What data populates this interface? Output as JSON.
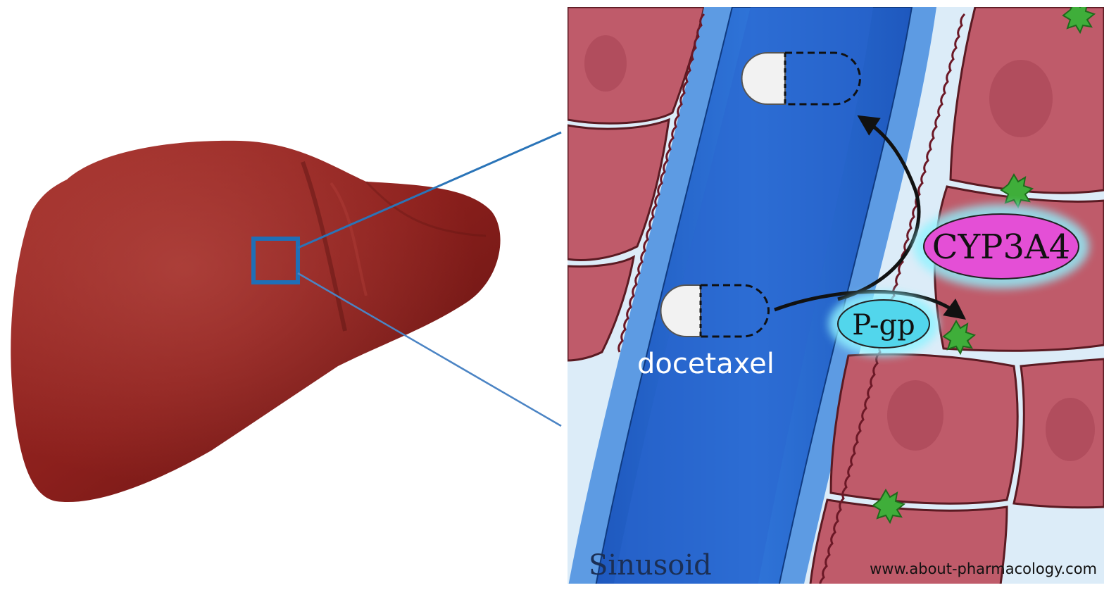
{
  "labels": {
    "drug": "docetaxel",
    "enzyme": "CYP3A4",
    "transporter": "P-gp",
    "vessel": "Sinusoid",
    "credit": "www.about-pharmacology.com"
  },
  "colors": {
    "liver": "#8b1f1c",
    "zoom_frame": "#1f6fb7",
    "blood_dark": "#1f5fc6",
    "blood_light": "#5d9be3",
    "space_of_disse": "#dcecf8",
    "hepatocyte": "#bf5b6a",
    "hepatocyte_border": "#5a1a22",
    "cyp3a4_fill": "#e44fd6",
    "pgp_fill": "#52d6ec",
    "glow": "#8ff3ff",
    "receptor": "#3fae3a"
  }
}
